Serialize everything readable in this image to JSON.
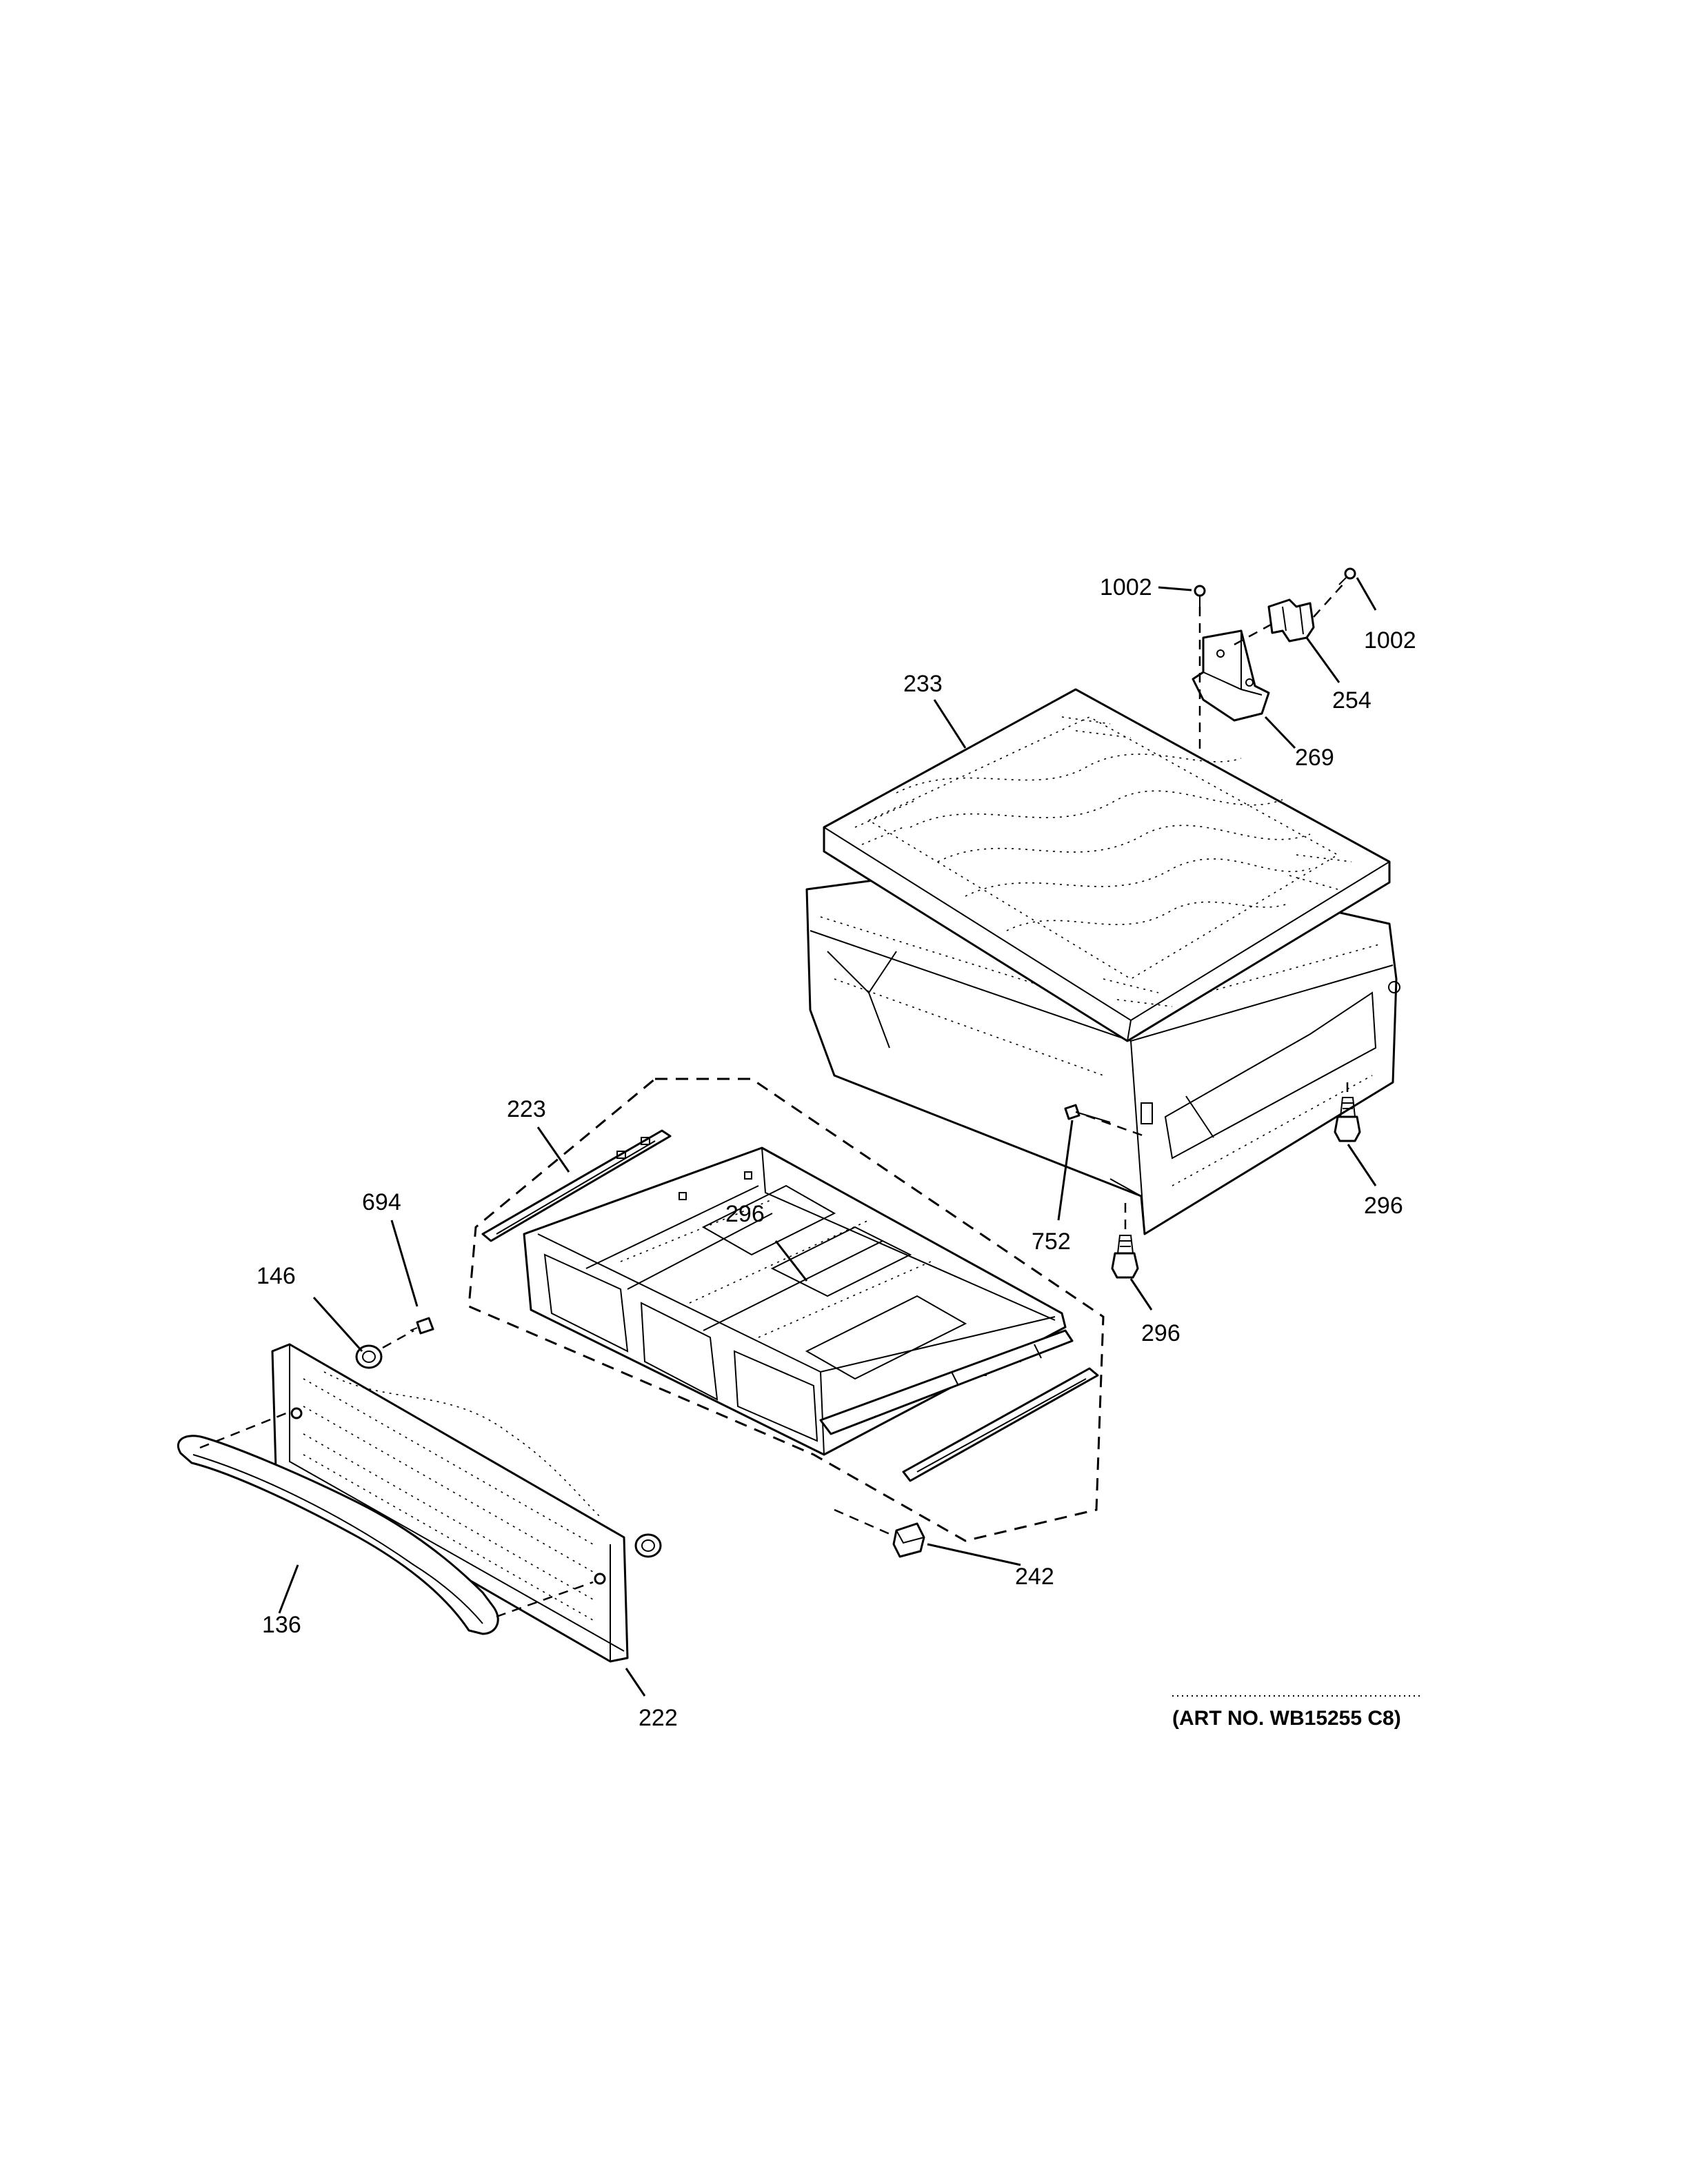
{
  "callouts": {
    "p1002a": "1002",
    "p1002b": "1002",
    "p254": "254",
    "p269": "269",
    "p233": "233",
    "p296a": "296",
    "p296b": "296",
    "p296c": "296",
    "p752": "752",
    "p223": "223",
    "p694": "694",
    "p146": "146",
    "p136": "136",
    "p222": "222",
    "p242": "242"
  },
  "art_number": "(ART NO. WB15255 C8)"
}
